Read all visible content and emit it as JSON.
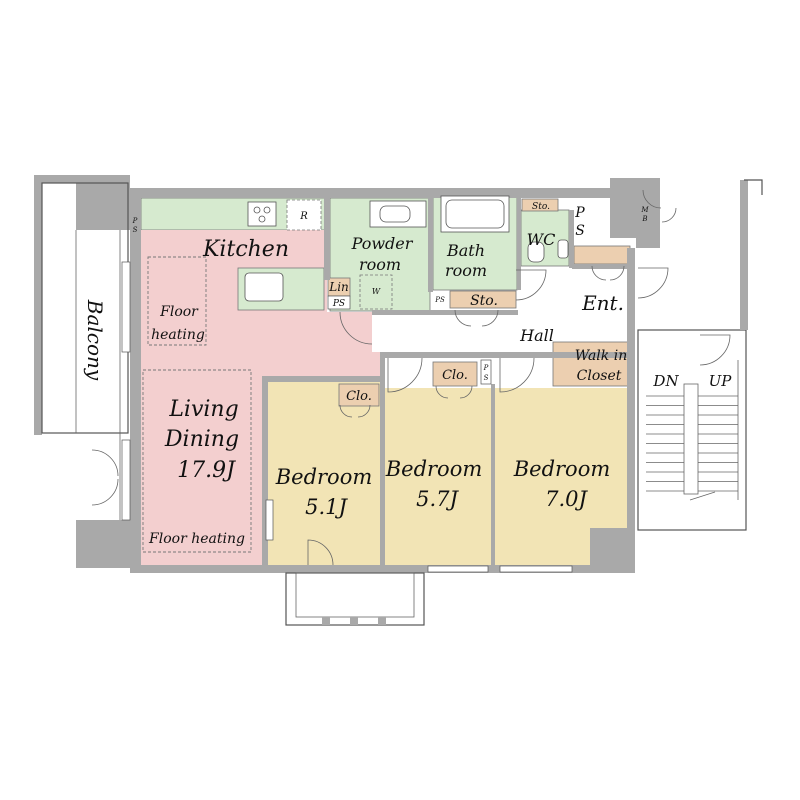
{
  "colors": {
    "living": "#f3cfcf",
    "wet": "#d6eacf",
    "bedroom": "#f2e4b5",
    "storage": "#eccfb0",
    "wall": "#a9a9a9",
    "floor": "#ffffff"
  },
  "rooms": {
    "kitchen": "Kitchen",
    "floor_heating_kitchen_1": "Floor",
    "floor_heating_kitchen_2": "heating",
    "living_1": "Living",
    "living_2": "Dining",
    "living_3": "17.9J",
    "floor_heating_living": "Floor heating",
    "powder_1": "Powder",
    "powder_2": "room",
    "bath_1": "Bath",
    "bath_2": "room",
    "wc": "WC",
    "entrance": "Ent.",
    "hall": "Hall",
    "walkin_1": "Walk in",
    "walkin_2": "Closet",
    "bedroom1_1": "Bedroom",
    "bedroom1_2": "5.1J",
    "bedroom2_1": "Bedroom",
    "bedroom2_2": "5.7J",
    "bedroom3_1": "Bedroom",
    "bedroom3_2": "7.0J",
    "balcony": "Balcony"
  },
  "labels": {
    "refrigerator": "R",
    "linen": "Lin",
    "pipe_space": "PS",
    "washer": "W",
    "storage": "Sto.",
    "storage_small": "Sto.",
    "closet_1": "Clo.",
    "closet_2": "Clo.",
    "ps_wc_1": "P",
    "ps_wc_2": "S",
    "ps_small_1": "P",
    "ps_small_2": "S",
    "ps_kitchen_1": "P",
    "ps_kitchen_2": "S",
    "mb_1": "M",
    "mb_2": "B",
    "stairs_down": "DN",
    "stairs_up": "UP"
  }
}
